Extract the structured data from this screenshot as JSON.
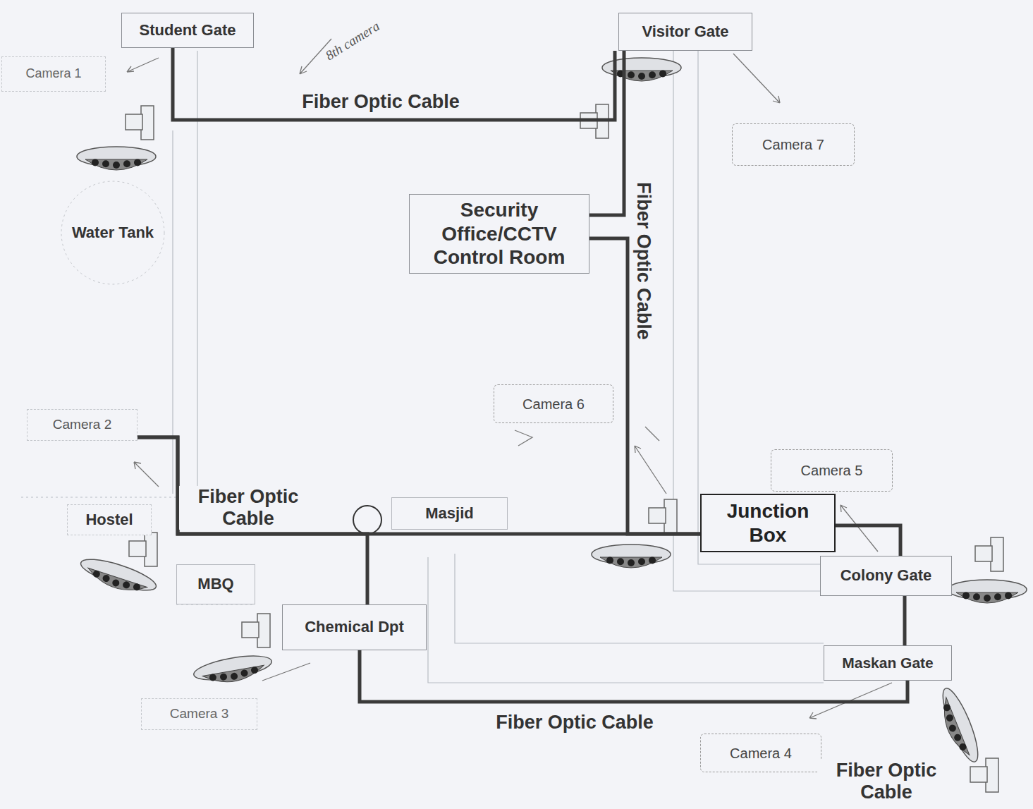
{
  "diagram": {
    "nodes": [
      {
        "text": [
          "Student Gate"
        ]
      },
      {
        "text": [
          "Visitor Gate"
        ]
      },
      {
        "text": [
          "Camera 1"
        ]
      },
      {
        "text": [
          "Camera 7"
        ]
      },
      {
        "text": [
          "Water Tank"
        ]
      },
      {
        "text": [
          "Security Office/CCTV Control Room"
        ]
      },
      {
        "text": [
          "Camera 6"
        ]
      },
      {
        "text": [
          "Camera 2"
        ]
      },
      {
        "text": [
          "Camera 5"
        ]
      },
      {
        "text": [
          "Hostel"
        ]
      },
      {
        "text": [
          "Masjid"
        ]
      },
      {
        "text": [
          "Junction Box"
        ]
      },
      {
        "text": [
          "MBQ"
        ]
      },
      {
        "text": [
          "Colony Gate"
        ]
      },
      {
        "text": [
          "Chemical Dpt"
        ]
      },
      {
        "text": [
          "Maskan Gate"
        ]
      },
      {
        "text": [
          "Camera 3"
        ]
      },
      {
        "text": [
          "Camera 4"
        ]
      }
    ],
    "edges": [
      {
        "from": 0,
        "to": 1,
        "arrow": "none",
        "label": "Fiber Optic Cable"
      },
      {
        "from": 1,
        "to": 5,
        "arrow": "none"
      },
      {
        "from": 5,
        "to": 11,
        "arrow": "none",
        "label": "Fiber Optic Cable"
      },
      {
        "from": 7,
        "to": 11,
        "arrow": "none",
        "label": "Fiber Optic Cable"
      },
      {
        "from": 7,
        "to": 14,
        "arrow": "none"
      },
      {
        "from": 11,
        "to": 13,
        "arrow": "none"
      },
      {
        "from": 13,
        "to": 15,
        "arrow": "none"
      },
      {
        "from": 14,
        "to": 15,
        "arrow": "none",
        "label": "Fiber Optic Cable"
      }
    ],
    "labels": [
      "8th camera",
      "Fiber Optic Cable"
    ]
  }
}
